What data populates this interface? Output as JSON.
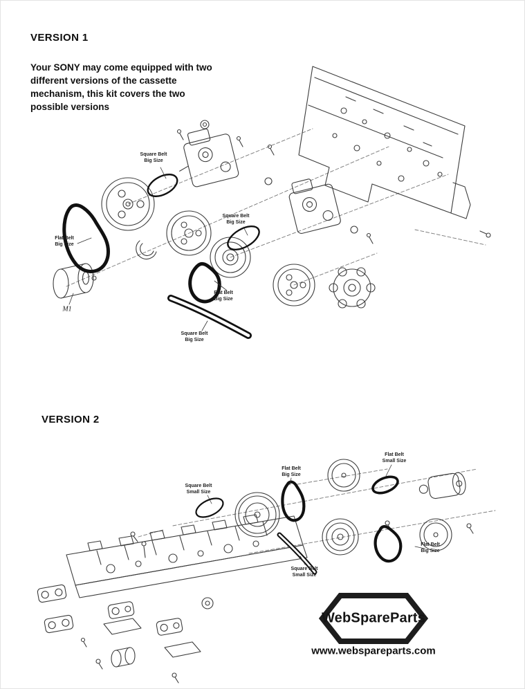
{
  "version1": {
    "title": "VERSION 1",
    "description": "Your SONY may come equipped with two different versions of the cassette mechanism, this kit covers the two possible versions",
    "labels": [
      {
        "text": "Square Belt\nBig Size"
      },
      {
        "text": "Flat Belt\nBig Size"
      },
      {
        "text": "Square Belt\nBig Size"
      },
      {
        "text": "Flat Belt\nBig Size"
      },
      {
        "text": "Square Belt\nBig Size"
      }
    ],
    "motor_label": "M1"
  },
  "version2": {
    "title": "VERSION 2",
    "labels": [
      {
        "text": "Square Belt\nSmall Size"
      },
      {
        "text": "Flat Belt\nBig Size"
      },
      {
        "text": "Flat Belt\nSmall Size"
      },
      {
        "text": "Square Belt\nSmall Size"
      },
      {
        "text": "Flat Belt\nBig Size"
      }
    ]
  },
  "footer": {
    "brand": "WebSpareParts",
    "url": "www.webspareparts.com"
  },
  "colors": {
    "line": "#3b3b3b",
    "belt": "#111111",
    "logo": "#1d1d1d"
  }
}
